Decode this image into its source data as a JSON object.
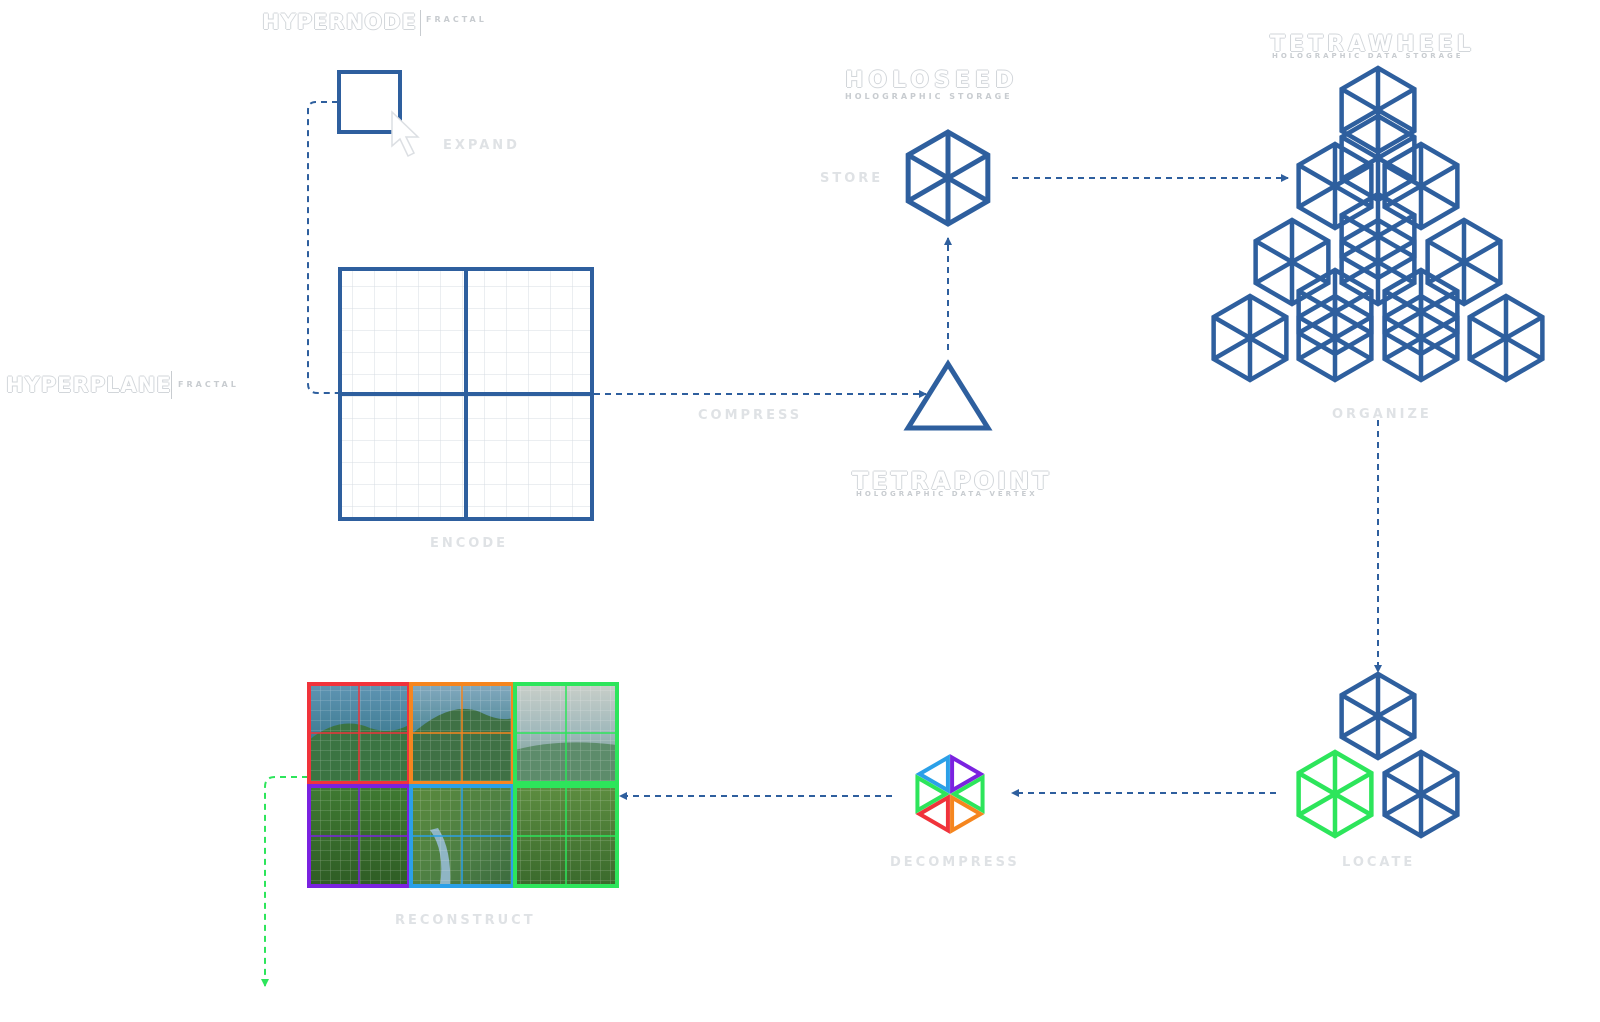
{
  "brands": {
    "hypernode": {
      "name": "HYPERNODE",
      "tag": "FRACTAL"
    },
    "hyperplane": {
      "name": "HYPERPLANE",
      "tag": "FRACTAL"
    },
    "holoseed": {
      "name": "HOLOSEED",
      "sub": "HOLOGRAPHIC STORAGE"
    },
    "tetrapoint": {
      "name": "TETRAPOINT",
      "sub": "HOLOGRAPHIC DATA VERTEX"
    },
    "tetrawheel": {
      "name": "TETRAWHEEL",
      "sub": "HOLOGRAPHIC DATA STORAGE"
    }
  },
  "steps": {
    "expand": "EXPAND",
    "compress": "COMPRESS",
    "encode": "ENCODE",
    "store": "STORE",
    "organize": "ORGANIZE",
    "locate": "LOCATE",
    "decompress": "DECOMPRESS",
    "reconstruct": "RECONSTRUCT"
  },
  "colors": {
    "primary_blue": "#2e5f9e",
    "red": "#f0333b",
    "orange": "#f5861f",
    "green": "#2de55b",
    "purple": "#7a22e0",
    "cyan": "#2ba0e8",
    "label_gray": "#dfe2e5"
  },
  "icons": {
    "cursor": "cursor-icon",
    "small_square": "hypernode-square-icon",
    "big_grid": "hyperplane-grid-icon",
    "triangle": "tetrapoint-triangle-icon",
    "hexagon": "holoseed-hexagon-icon",
    "pyramid": "tetrawheel-pyramid-icon",
    "locate_cluster": "locate-cluster-icon",
    "color_hexagon": "decompress-hexagon-icon",
    "mosaic": "reconstruct-mosaic-icon"
  }
}
